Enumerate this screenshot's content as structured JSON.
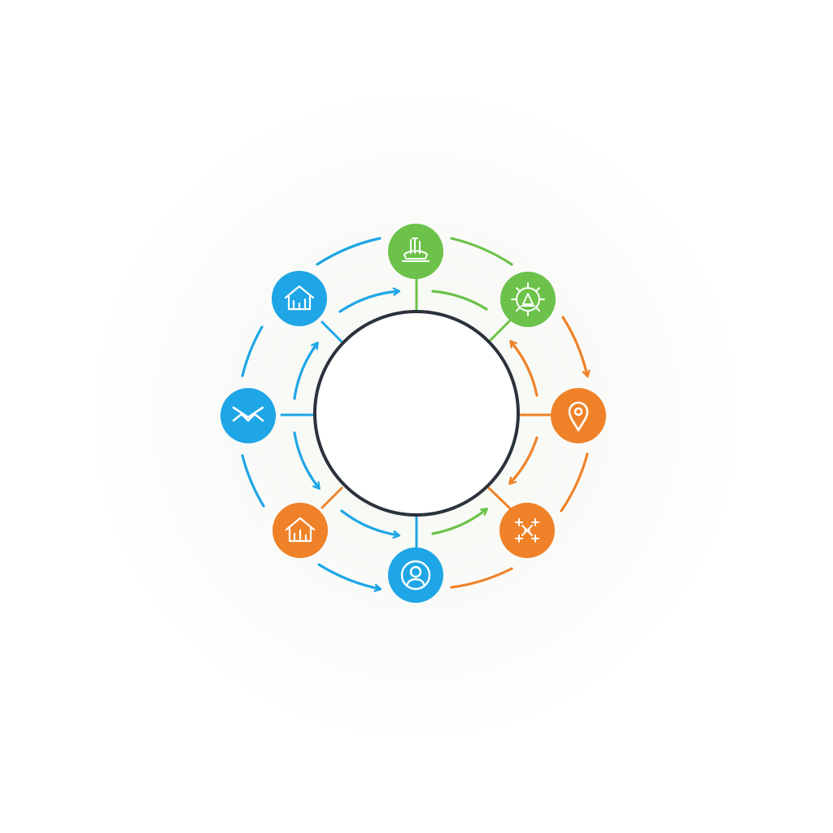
{
  "colors": {
    "background": "#ffffff",
    "hub_stroke": "#2b323c",
    "blue": "#1ea6e6",
    "green": "#6cc24a",
    "orange": "#ef8229"
  },
  "hub": {
    "label": ""
  },
  "nodes": [
    {
      "id": "top",
      "color": "green",
      "icon": "lab-equipment-icon"
    },
    {
      "id": "top-right",
      "color": "green",
      "icon": "gear-alert-icon"
    },
    {
      "id": "right",
      "color": "orange",
      "icon": "map-pin-icon"
    },
    {
      "id": "bottom-right",
      "color": "orange",
      "icon": "network-nodes-icon"
    },
    {
      "id": "bottom",
      "color": "blue",
      "icon": "user-profile-icon"
    },
    {
      "id": "bottom-left",
      "color": "orange",
      "icon": "building-chart-icon"
    },
    {
      "id": "left",
      "color": "blue",
      "icon": "mail-trend-icon"
    },
    {
      "id": "top-left",
      "color": "blue",
      "icon": "home-chart-icon"
    }
  ]
}
